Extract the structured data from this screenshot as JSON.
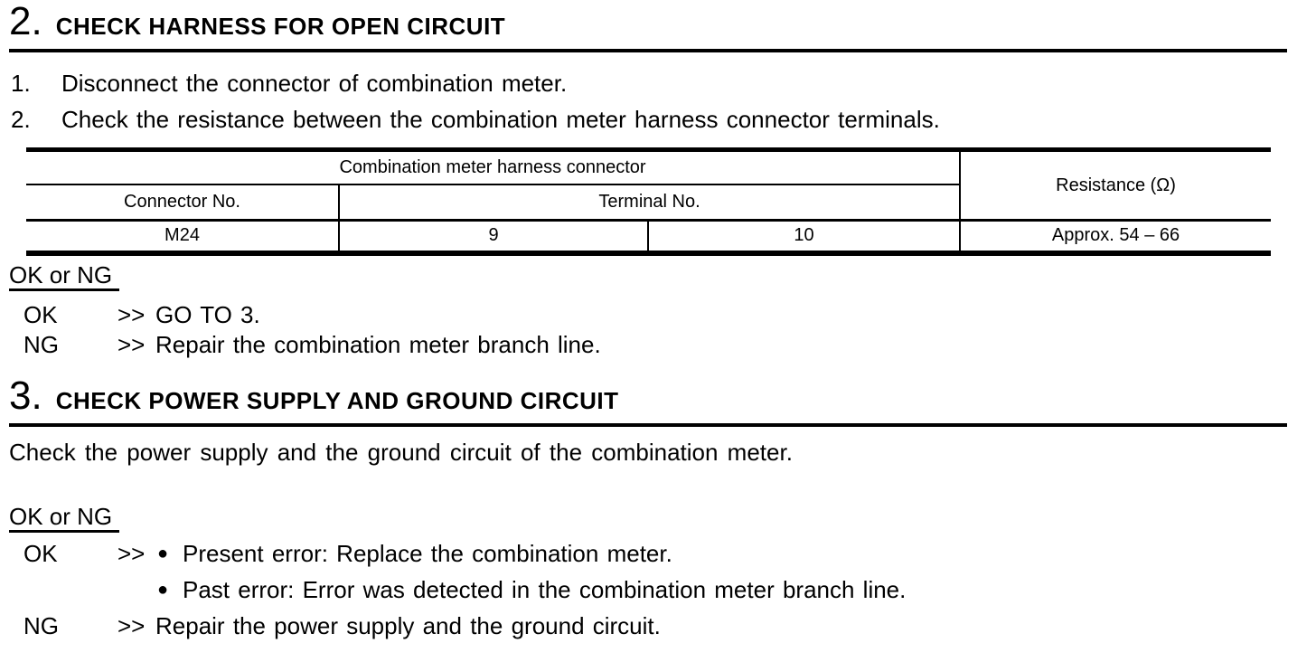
{
  "colors": {
    "text": "#000000",
    "background": "#ffffff",
    "rule": "#000000"
  },
  "symbols": {
    "chevron": ">>",
    "bullet": "●"
  },
  "sections": [
    {
      "number": "2.",
      "title": "CHECK HARNESS FOR OPEN CIRCUIT",
      "steps": [
        {
          "num": "1.",
          "text": "Disconnect the connector of combination meter."
        },
        {
          "num": "2.",
          "text": "Check the resistance between the combination meter harness connector terminals."
        }
      ],
      "table": {
        "group_header": "Combination meter harness connector",
        "resistance_header": "Resistance (Ω)",
        "sub_headers": [
          "Connector No.",
          "Terminal No."
        ],
        "row": [
          "M24",
          "9",
          "10",
          "Approx. 54 – 66"
        ]
      },
      "ok_or_ng": "OK or NG",
      "results": [
        {
          "verdict": "OK",
          "text": "GO TO 3."
        },
        {
          "verdict": "NG",
          "text": "Repair the combination meter branch line."
        }
      ]
    },
    {
      "number": "3.",
      "title": "CHECK POWER SUPPLY AND GROUND CIRCUIT",
      "body": "Check the power supply and the ground circuit of the combination meter.",
      "ok_or_ng": "OK or NG",
      "results": [
        {
          "verdict": "OK",
          "bullets": [
            "Present error: Replace the combination meter.",
            "Past error: Error was detected in the combination meter branch line."
          ]
        },
        {
          "verdict": "NG",
          "text": "Repair the power supply and the ground circuit."
        }
      ]
    }
  ]
}
